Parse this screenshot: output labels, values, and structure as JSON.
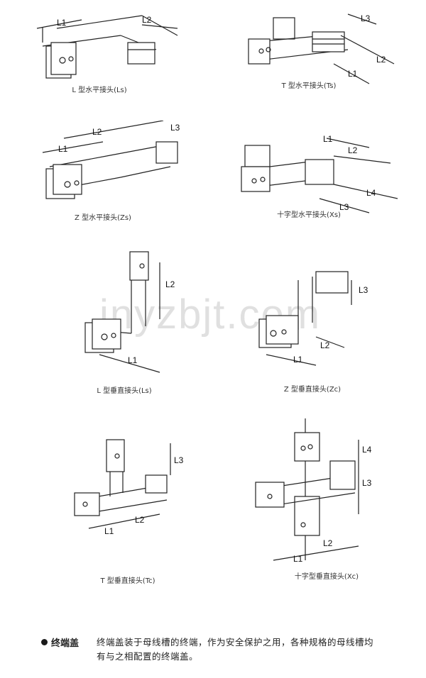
{
  "watermark": "jnyzbjt.com",
  "panels": [
    {
      "caption": "L 型水平接头(Ls)",
      "labels": [
        "L1",
        "L2"
      ]
    },
    {
      "caption": "T 型水平接头(Ts)",
      "labels": [
        "L3",
        "L2",
        "L1"
      ]
    },
    {
      "caption": "Z 型水平接头(Zs)",
      "labels": [
        "L2",
        "L3",
        "L1"
      ]
    },
    {
      "caption": "十字型水平接头(Xs)",
      "labels": [
        "L1",
        "L2",
        "L4",
        "L3"
      ]
    },
    {
      "caption": "L 型垂直接头(Ls)",
      "labels": [
        "L2",
        "L1"
      ]
    },
    {
      "caption": "Z 型垂直接头(Zc)",
      "labels": [
        "L3",
        "L2",
        "L1"
      ]
    },
    {
      "caption": "T 型垂直接头(Tc)",
      "labels": [
        "L3",
        "L1",
        "L2"
      ]
    },
    {
      "caption": "十字型垂直接头(Xc)",
      "labels": [
        "L4",
        "L3",
        "L2",
        "L1"
      ]
    }
  ],
  "footer": {
    "title": "终端盖",
    "description": "终端盖装于母线槽的终端，作为安全保护之用，各种规格的母线槽均有与之相配置的终端盖。"
  }
}
